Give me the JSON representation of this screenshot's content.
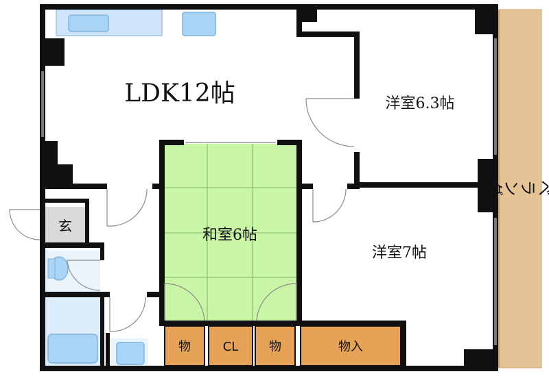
{
  "floorplan": {
    "rooms": {
      "ldk": "LDK12帖",
      "western_a": "洋室6.3帖",
      "japanese": "和室6帖",
      "western_b": "洋室7帖",
      "entrance": "玄",
      "balcony": "ベランダ"
    },
    "storage": {
      "closet_1": "物",
      "closet_2": "CL",
      "closet_3": "物",
      "closet_4": "物入"
    },
    "colors": {
      "wall": "#111111",
      "tatami": "#c8f5a6",
      "storage": "#e6a257",
      "balcony": "#e6c397",
      "wet_area": "#dcecfa",
      "fixture": "#a9d4f5",
      "entrance": "#d9d9d9"
    }
  }
}
